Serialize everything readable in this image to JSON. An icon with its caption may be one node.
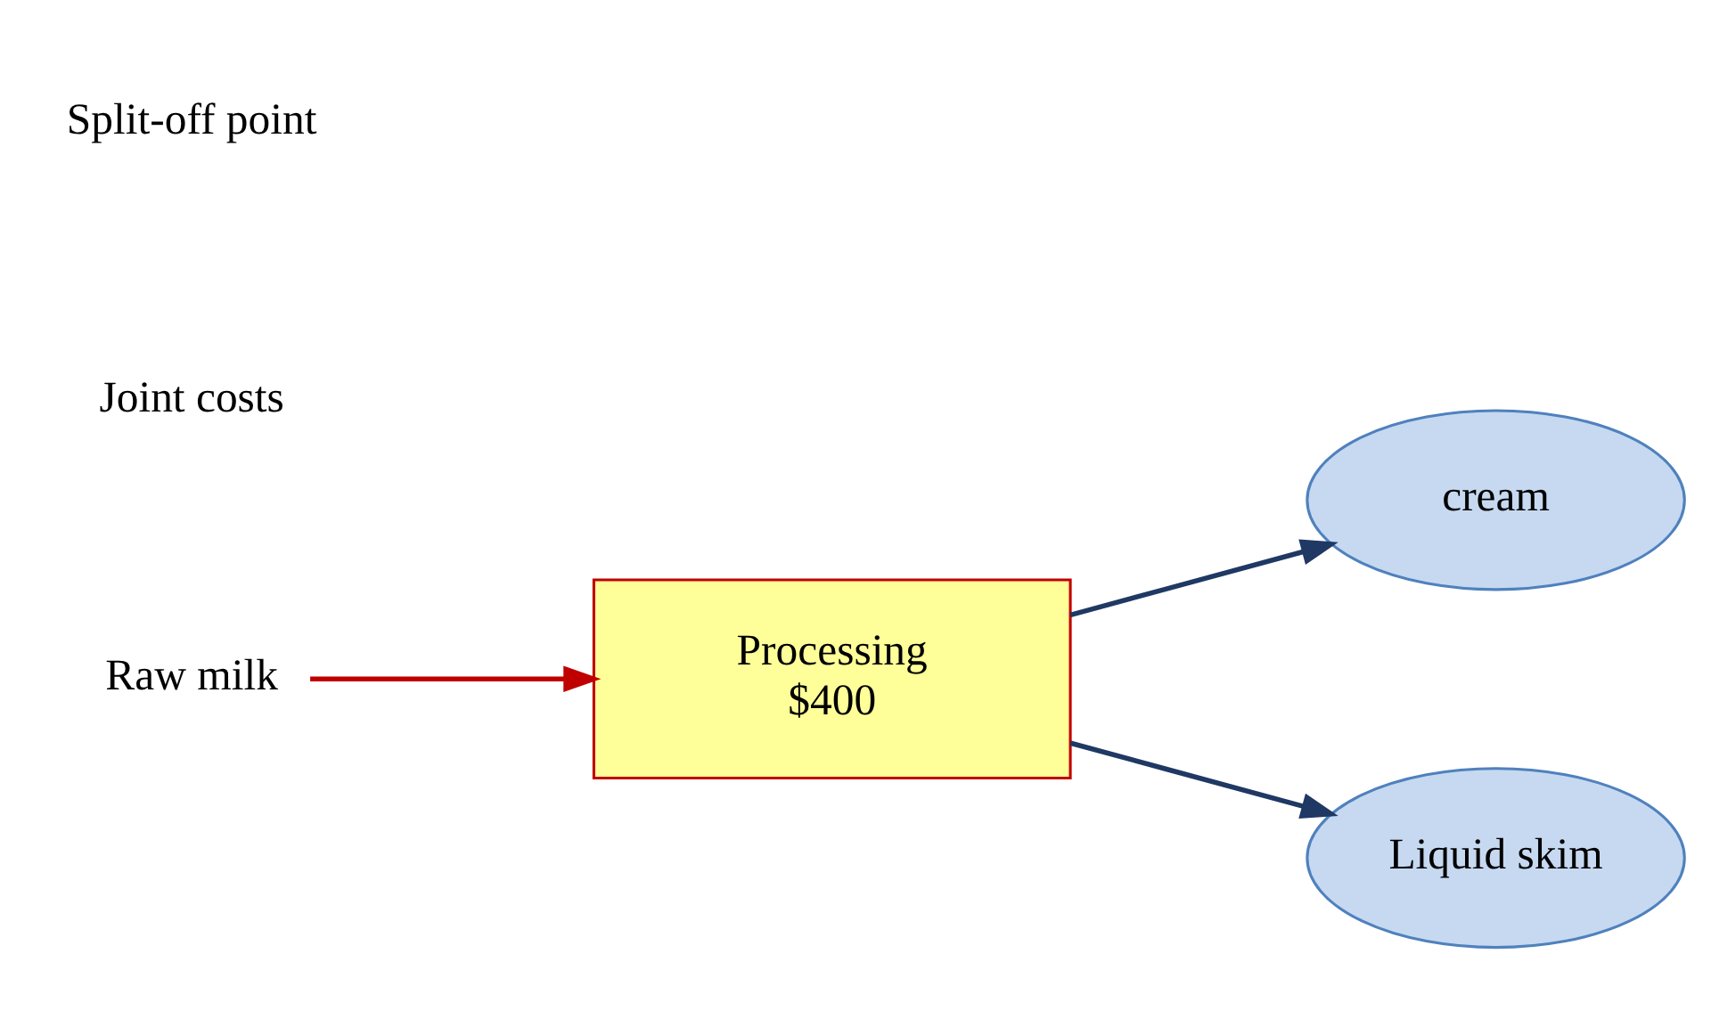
{
  "diagram": {
    "nodes": [
      {
        "text": [
          "Raw milk"
        ]
      },
      {
        "text": [
          "Processing",
          "$400"
        ]
      },
      {
        "text": [
          "cream"
        ]
      },
      {
        "text": [
          "Liquid skim"
        ]
      }
    ],
    "edges": [
      {
        "from": 0,
        "to": 1,
        "arrow": "to",
        "color": "#c00000"
      },
      {
        "from": 1,
        "to": 2,
        "arrow": "to"
      },
      {
        "from": 1,
        "to": 3,
        "arrow": "to"
      }
    ],
    "labels": [
      "Joint costs",
      "Split-off point"
    ]
  }
}
